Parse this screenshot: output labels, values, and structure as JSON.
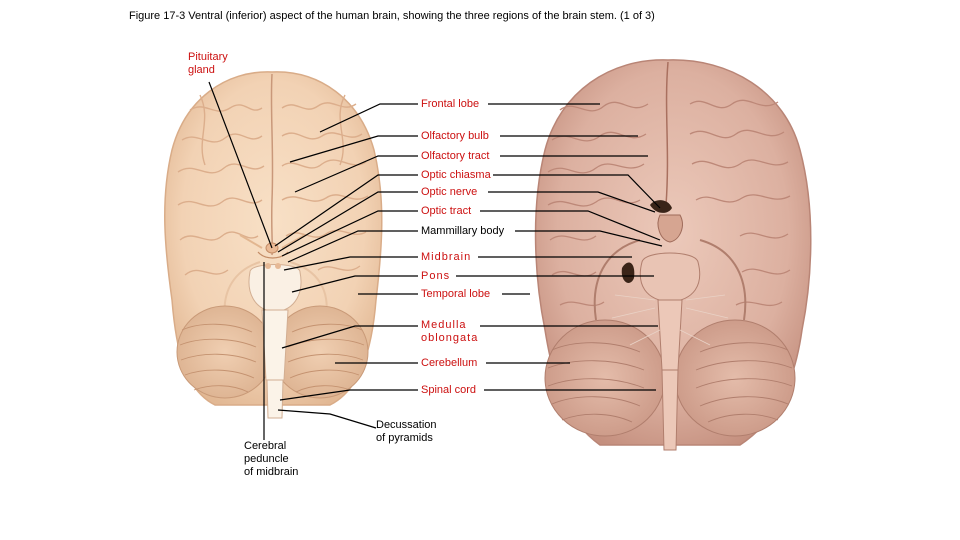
{
  "figure": {
    "title": "Figure 17-3 Ventral (inferior) aspect of the human brain, showing the three regions of the brain stem. (1 of 3)"
  },
  "labels": {
    "pituitary_gland": "Pituitary\ngland",
    "frontal_lobe": "Frontal lobe",
    "olfactory_bulb": "Olfactory bulb",
    "olfactory_tract": "Olfactory tract",
    "optic_chiasma": "Optic chiasma",
    "optic_nerve": "Optic nerve",
    "optic_tract": "Optic tract",
    "mammillary_body": "Mammillary body",
    "midbrain": "Midbrain",
    "pons": "Pons",
    "temporal_lobe": "Temporal lobe",
    "medulla_oblongata": "Medulla\noblongata",
    "cerebellum": "Cerebellum",
    "spinal_cord": "Spinal cord",
    "decussation_of_pyramids": "Decussation\nof pyramids",
    "cerebral_peduncle": "Cerebral\npeduncle\nof midbrain"
  },
  "colors": {
    "label_black": "#000000",
    "label_red": "#cc1010",
    "illustration_tissue": "#f2d2b4",
    "illustration_shadow": "#d9ac88",
    "photo_tissue": "#dcb0a0",
    "photo_shadow": "#b98576"
  }
}
